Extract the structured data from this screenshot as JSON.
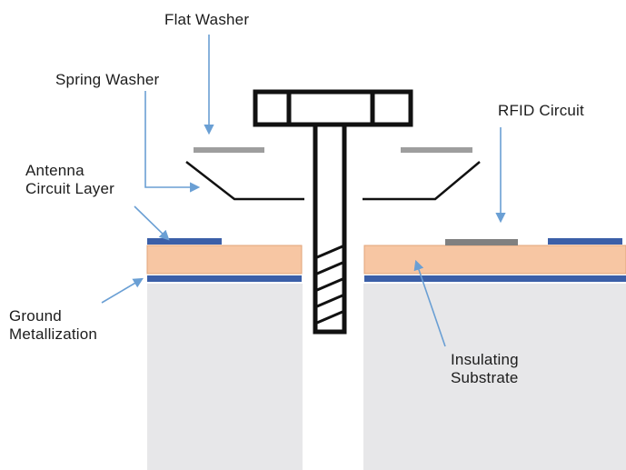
{
  "labels": {
    "flat_washer": "Flat Washer",
    "spring_washer": "Spring Washer",
    "rfid_circuit": "RFID Circuit",
    "antenna_circuit_layer": [
      "Antenna",
      "Circuit Layer"
    ],
    "ground_metallization": [
      "Ground",
      "Metallization"
    ],
    "insulating_substrate": [
      "Insulating",
      "Substrate"
    ]
  },
  "colors": {
    "base": "#e7e7e9",
    "insulating_substrate": "#f7c6a3",
    "substrate_edge": "#e2a47a",
    "metal_layer": "#3b5fa8",
    "washer": "#9e9e9e",
    "rfid_chip": "#808080",
    "bolt_stroke": "#111111",
    "arrow": "#6a9fd4",
    "text": "#1c1c1c"
  },
  "icons": {
    "bolt": "bolt-icon",
    "arrow": "arrow-icon"
  }
}
